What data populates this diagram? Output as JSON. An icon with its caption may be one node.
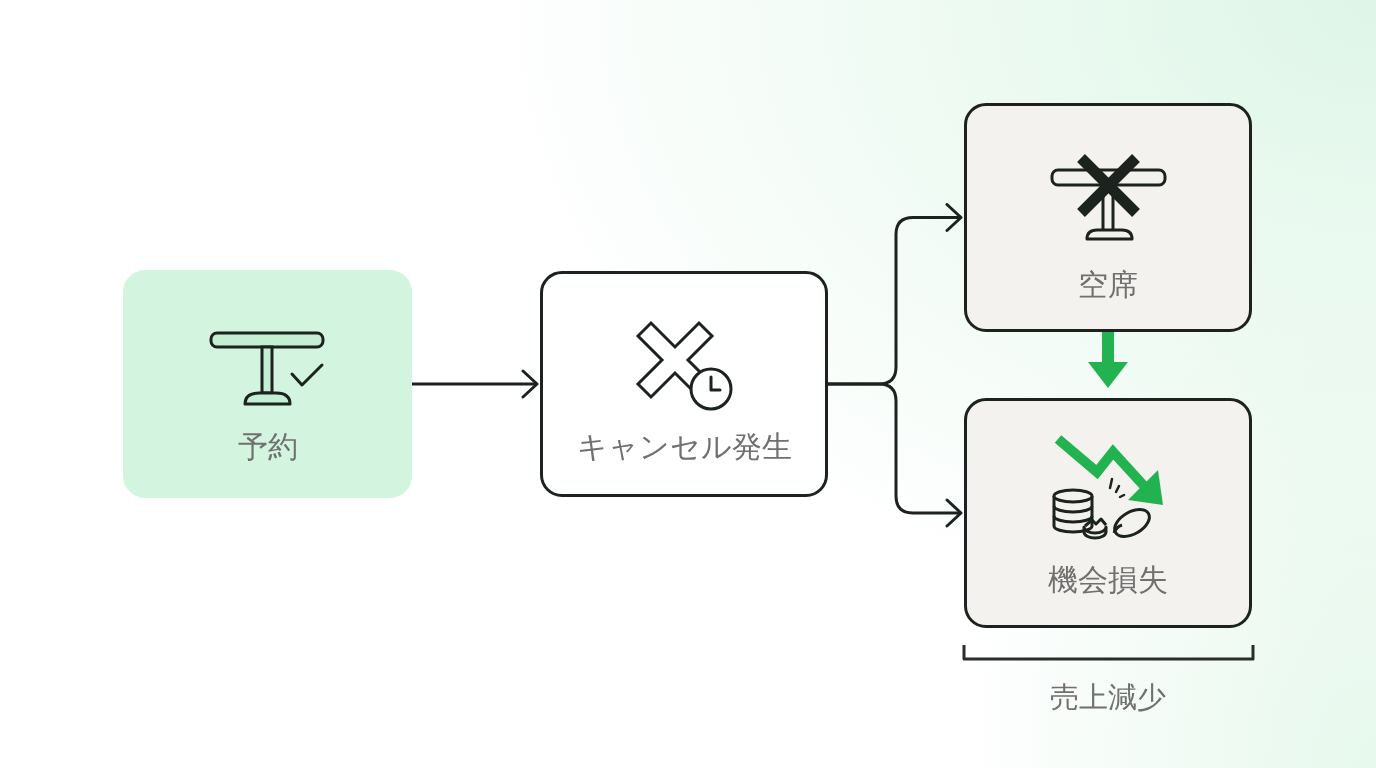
{
  "diagram": {
    "nodes": [
      {
        "text": [
          "予約"
        ]
      },
      {
        "text": [
          "キャンセル発生"
        ]
      },
      {
        "text": [
          "空席"
        ]
      },
      {
        "text": [
          "機会損失"
        ]
      }
    ],
    "edges": [
      {
        "from": 0,
        "to": 1,
        "arrow": "to"
      },
      {
        "from": 1,
        "to": 2,
        "arrow": "to"
      },
      {
        "from": 1,
        "to": 3,
        "arrow": "to"
      },
      {
        "from": 2,
        "to": 3,
        "arrow": "to",
        "style": "thick",
        "color": "#22b24f"
      }
    ],
    "labels": [
      "売上減少"
    ]
  }
}
